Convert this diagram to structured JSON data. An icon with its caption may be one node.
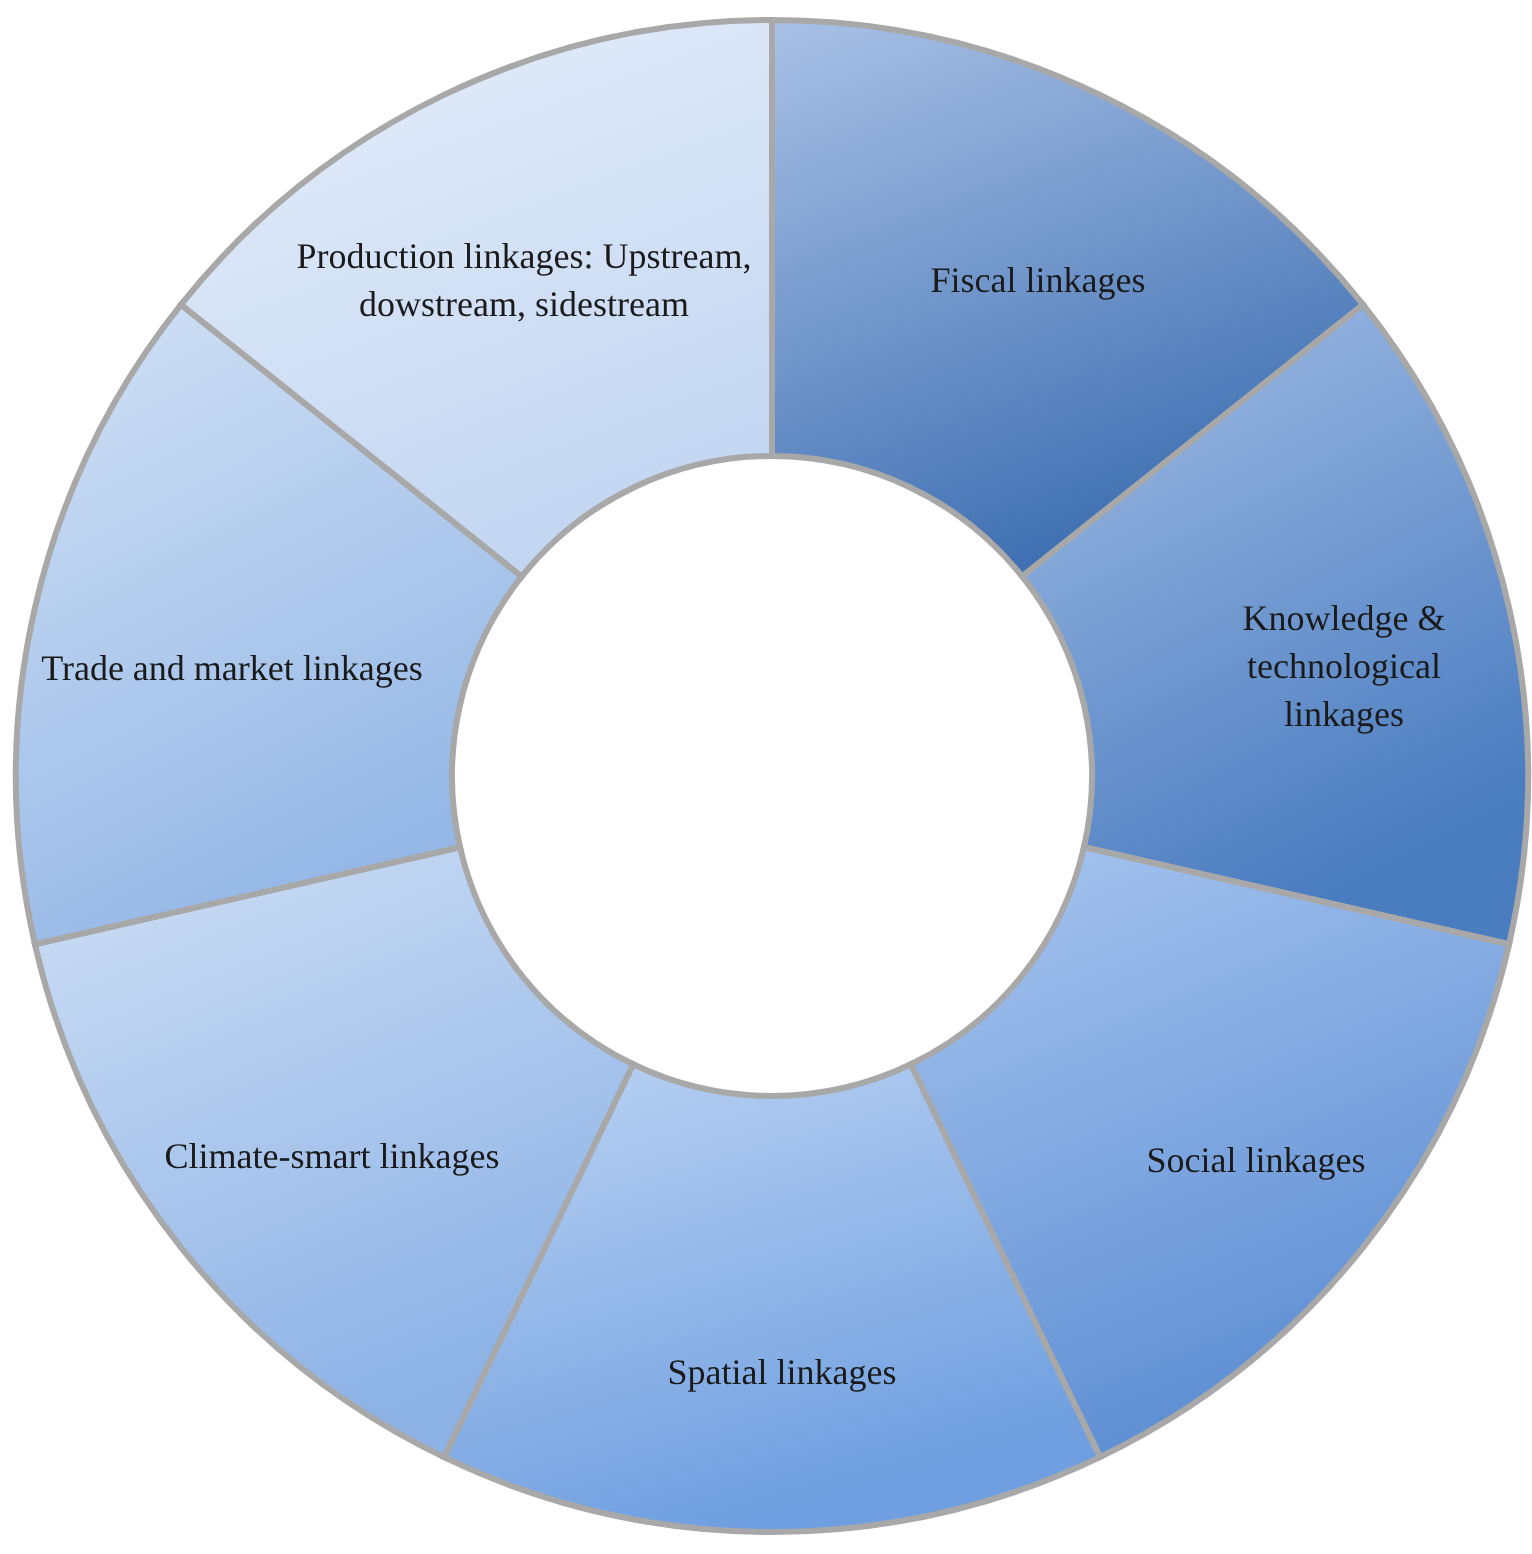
{
  "diagram": {
    "nodes": [
      {
        "text": [
          "Fiscal linkages"
        ]
      },
      {
        "text": [
          "Knowledge & technological linkages"
        ]
      },
      {
        "text": [
          "Social linkages"
        ]
      },
      {
        "text": [
          "Spatial linkages"
        ]
      },
      {
        "text": [
          "Climate-smart linkages"
        ]
      },
      {
        "text": [
          "Trade and market linkages"
        ]
      },
      {
        "text": [
          "Production linkages: Upstream, dowstream, sidestream"
        ]
      }
    ]
  }
}
